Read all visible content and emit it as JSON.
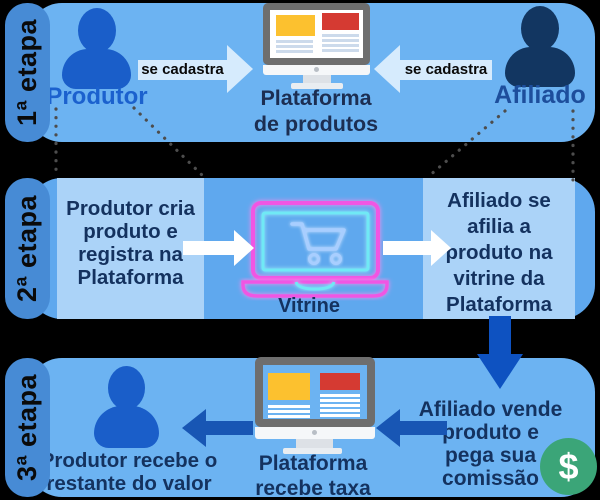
{
  "colors": {
    "band_blue": "#6cb3f2",
    "band2_blue": "#5fa8ee",
    "panel_light_blue": "#abd3f8",
    "tab_blue": "#478bd5",
    "register_arrow_light": "#d6ebfd",
    "dark_arrow_blue": "#1154bd",
    "producer_icon_blue": "#1a5ec9",
    "affiliate_icon_navy": "#123661",
    "navy_text": "#14325f",
    "producer_label_blue": "#1b61ce",
    "affiliate_label_blue": "#1d4e9c",
    "neon_pink": "#f056e3",
    "neon_cyan": "#6fe9f5",
    "money_green": "#3ba578",
    "monitor_yellow": "#fcc12f",
    "monitor_red": "#d53a32"
  },
  "icons": {
    "producer": "person-icon",
    "affiliate": "person-icon",
    "platform": "desktop-monitor-icon",
    "vitrine": "neon-laptop-cart-icon",
    "money": "dollar-circle-icon"
  },
  "stage1": {
    "tab_label": "1ª etapa",
    "producer_label": "Produtor",
    "register_left_label": "se cadastra",
    "register_right_label": "se cadastra",
    "platform_line1": "Plataforma",
    "platform_line2": "de produtos",
    "affiliate_label": "Afiliado"
  },
  "stage2": {
    "tab_label": "2ª etapa",
    "producer_lines": [
      "Produtor cria",
      "produto e",
      "registra na",
      "Plataforma"
    ],
    "vitrine_label": "Vitrine",
    "affiliate_lines": [
      "Afiliado se",
      "afilia a",
      "produto na",
      "vitrine da",
      "Plataforma"
    ]
  },
  "stage3": {
    "tab_label": "3ª etapa",
    "affiliate_lines": [
      "Afiliado vende",
      "produto e",
      "pega sua",
      "comissão"
    ],
    "money_symbol": "$",
    "platform_line1": "Plataforma",
    "platform_line2": "recebe taxa",
    "producer_line1": "Produtor recebe o",
    "producer_line2": "restante do valor"
  }
}
